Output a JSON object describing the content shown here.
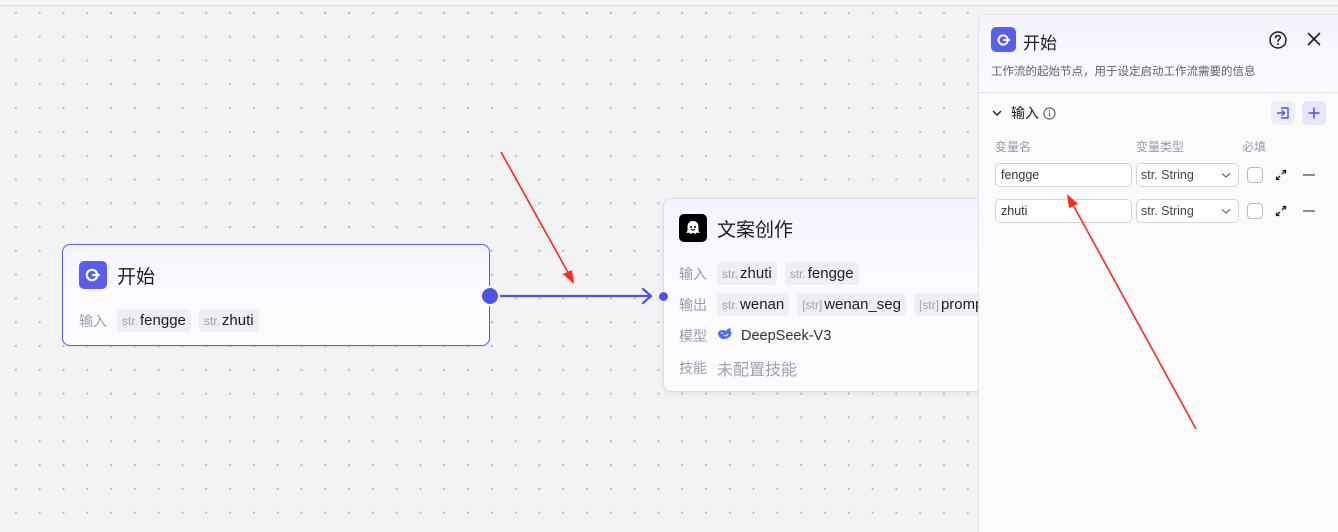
{
  "canvas": {
    "edge_color": "#4d53e8",
    "annotation_color": "#ff2a1a"
  },
  "start_node": {
    "title": "开始",
    "icon": "start-icon",
    "accent": "#5a5ef0",
    "input_label": "输入",
    "inputs": [
      {
        "type": "str.",
        "name": "fengge"
      },
      {
        "type": "str.",
        "name": "zhuti"
      }
    ]
  },
  "copy_node": {
    "title": "文案创作",
    "icon": "ghost-icon",
    "input_label": "输入",
    "inputs": [
      {
        "type": "str.",
        "name": "zhuti"
      },
      {
        "type": "str.",
        "name": "fengge"
      }
    ],
    "output_label": "输出",
    "outputs": [
      {
        "type": "str.",
        "name": "wenan"
      },
      {
        "type": "[str]",
        "name": "wenan_seg"
      },
      {
        "type": "[str]",
        "name": "promp"
      }
    ],
    "model_label": "模型",
    "model_icon": "deepseek-whale-icon",
    "model_name": "DeepSeek-V3",
    "skill_label": "技能",
    "skill_value": "未配置技能"
  },
  "panel": {
    "title": "开始",
    "description": "工作流的起始节点，用于设定启动工作流需要的信息",
    "help_icon": "help-circle-icon",
    "close_icon": "close-icon",
    "section_title": "输入",
    "col_name": "变量名",
    "col_type": "变量类型",
    "col_required": "必填",
    "variables": [
      {
        "name": "fengge",
        "type": "str. String",
        "required": false
      },
      {
        "name": "zhuti",
        "type": "str. String",
        "required": false
      }
    ]
  }
}
